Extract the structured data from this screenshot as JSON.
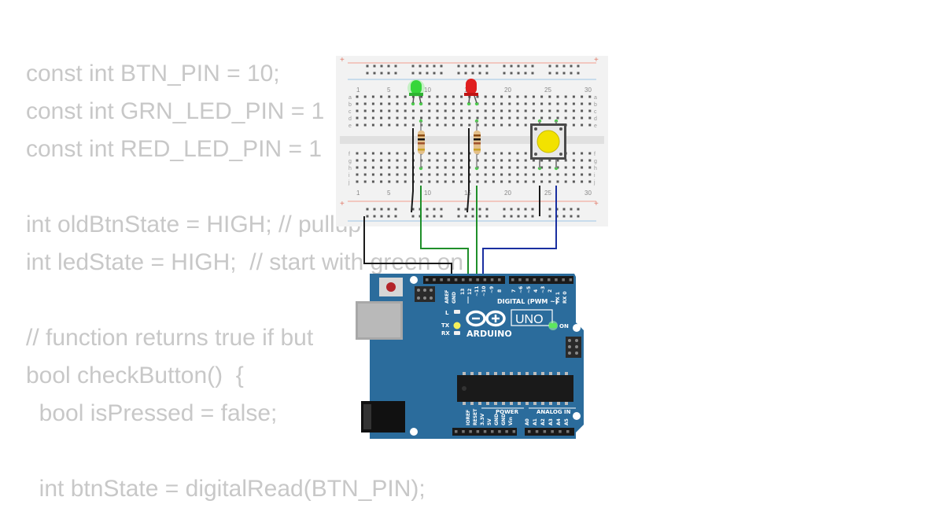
{
  "code_lines": [
    "const int BTN_PIN = 10;",
    "const int GRN_LED_PIN = 1",
    "const int RED_LED_PIN = 1",
    "",
    "int oldBtnState = HIGH; // pullup",
    "int ledState = HIGH;  // start with green on",
    "",
    "// function returns true if but",
    "bool checkButton()  {",
    "  bool isPressed = false;",
    "",
    "  int btnState = digitalRead(BTN_PIN);"
  ],
  "breadboard": {
    "column_numbers": [
      "1",
      "5",
      "10",
      "15",
      "20",
      "25",
      "30"
    ],
    "row_letters_top": [
      "a",
      "b",
      "c",
      "d",
      "e"
    ],
    "row_letters_bottom": [
      "f",
      "g",
      "h",
      "i",
      "j"
    ],
    "rail_plus": "+",
    "rail_minus": "−"
  },
  "arduino": {
    "logo_brand": "ARDUINO",
    "model": "UNO",
    "digital_label": "DIGITAL (PWM ~)",
    "power_label": "POWER",
    "analog_label": "ANALOG IN",
    "on_label": "ON",
    "l_label": "L",
    "tx_label": "TX",
    "rx_label": "RX",
    "header_top_labels": [
      "AREF",
      "GND",
      "13",
      "12",
      "~11",
      "~10",
      "~9",
      "8",
      "7",
      "~6",
      "~5",
      "4",
      "~3",
      "2",
      "TX 1",
      "RX 0"
    ],
    "header_power_labels": [
      "IOREF",
      "RESET",
      "3.3V",
      "5V",
      "GND",
      "GND",
      "Vin"
    ],
    "header_analog_labels": [
      "A0",
      "A1",
      "A2",
      "A3",
      "A4",
      "A5"
    ]
  },
  "colors": {
    "code_text": "#c8c8c8",
    "board_blue": "#2b6c9c",
    "breadboard": "#f2f2f2",
    "wire_black": "#1a1a1a",
    "wire_green": "#1f8f2a",
    "wire_blue": "#1a2fa0",
    "led_green": "#36d63a",
    "led_red": "#e01f1f",
    "button_cap": "#f2e200"
  }
}
